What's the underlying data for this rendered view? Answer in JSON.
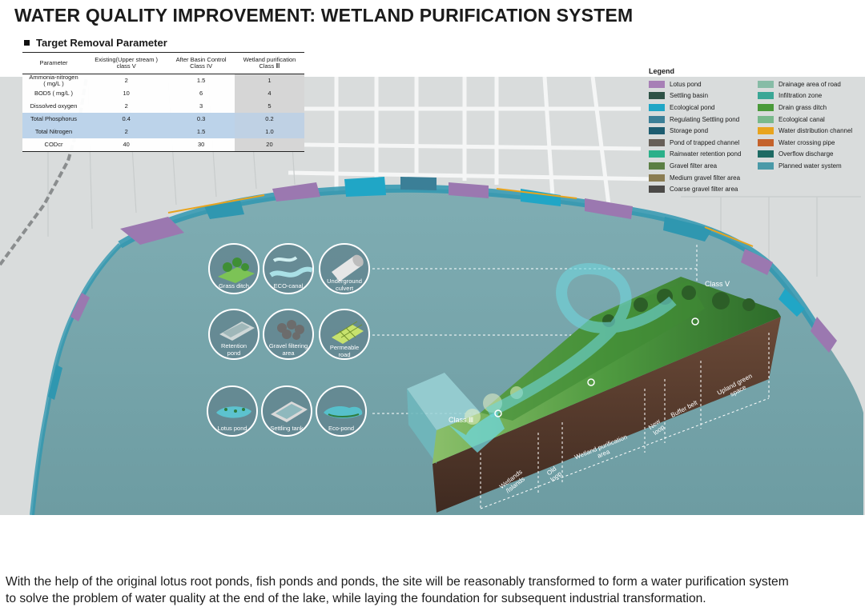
{
  "title": "WATER QUALITY IMPROVEMENT: WETLAND PURIFICATION SYSTEM",
  "table": {
    "heading": "Target  Removal Parameter",
    "headers": [
      "Parameter",
      "Existing(Upper stream )\nclass V",
      "After  Basin Control\nClass IV",
      "Wetland purification\nClass Ⅲ"
    ],
    "rows": [
      {
        "name": "Ammonia-nitrogen\n( mg/L )",
        "v1": "2",
        "v2": "1.5",
        "v3": "1"
      },
      {
        "name": "BOD5 ( mg/L )",
        "v1": "10",
        "v2": "6",
        "v3": "4"
      },
      {
        "name": "Dissolved oxygen",
        "v1": "2",
        "v2": "3",
        "v3": "5"
      },
      {
        "name": "Total Phosphorus",
        "v1": "0.4",
        "v2": "0.3",
        "v3": "0.2"
      },
      {
        "name": "Total Nitrogen",
        "v1": "2",
        "v2": "1.5",
        "v3": "1.0"
      },
      {
        "name": "CODcr",
        "v1": "40",
        "v2": "30",
        "v3": "20"
      }
    ]
  },
  "legend": {
    "title": "Legend",
    "left": [
      {
        "label": "Lotus pond",
        "color": "#a77fb6"
      },
      {
        "label": "Settling basin",
        "color": "#2e5246"
      },
      {
        "label": "Ecological pond",
        "color": "#20a6c6"
      },
      {
        "label": "Regulating Settling pond",
        "color": "#3b7f97"
      },
      {
        "label": "Storage pond",
        "color": "#1d5c70"
      },
      {
        "label": "Pond of trapped channel",
        "color": "#675f58"
      },
      {
        "label": "Rainwater retention pond",
        "color": "#2bb08a"
      },
      {
        "label": "Gravel filter area",
        "color": "#5b7f44"
      },
      {
        "label": "Medium gravel filter area",
        "color": "#8a7c52"
      },
      {
        "label": "Coarse gravel filter area",
        "color": "#4c4a48"
      }
    ],
    "right": [
      {
        "label": "Drainage area of  road",
        "color": "#86bca6"
      },
      {
        "label": "Infiltration zone",
        "color": "#3aa796"
      },
      {
        "label": "Drain grass ditch",
        "color": "#4a9a3a"
      },
      {
        "label": "Ecological canal",
        "color": "#79b98c"
      },
      {
        "label": "Water distribution channel",
        "color": "#e8a41e"
      },
      {
        "label": "Water crossing pipe",
        "color": "#c4622b"
      },
      {
        "label": "Overflow discharge",
        "color": "#1d6a63"
      },
      {
        "label": "Planned water system",
        "color": "#4a9aa8"
      }
    ]
  },
  "tools": [
    {
      "label": "Grass ditch",
      "icon": "grass-ditch-icon"
    },
    {
      "label": "ECO-canal",
      "icon": "eco-canal-icon"
    },
    {
      "label": "Underground\nculvert",
      "icon": "culvert-icon"
    },
    {
      "label": "Retention\npond",
      "icon": "retention-pond-icon"
    },
    {
      "label": "Gravel filtering\narea",
      "icon": "gravel-icon"
    },
    {
      "label": "Permeable\nroad",
      "icon": "permeable-road-icon"
    },
    {
      "label": "Lotus pond",
      "icon": "lotus-pond-icon"
    },
    {
      "label": "Settling tank",
      "icon": "settling-tank-icon"
    },
    {
      "label": "Eco-pond",
      "icon": "eco-pond-icon"
    }
  ],
  "section": {
    "class_v": "Class Ⅴ",
    "class_iii": "Class Ⅲ",
    "zones": [
      "Wetlands\n/Islands",
      "Old\nloop",
      "Wetland purification\narea",
      "New\nloop",
      "Buffer belt",
      "Upland green\nspace"
    ]
  },
  "caption": {
    "line1": "With the help of the original lotus root ponds, fish ponds and ponds, the site will be reasonably transformed to form a water purification system",
    "line2": "to solve the problem of water quality at the end of the lake, while laying the foundation for subsequent industrial transformation."
  },
  "colors": {
    "lake": "#7aa7ad",
    "land": "#d9dcdc",
    "wetland_teal": "#2f97b0",
    "wetland_purple": "#9b78b0",
    "arrow": "#6fd6dc"
  }
}
